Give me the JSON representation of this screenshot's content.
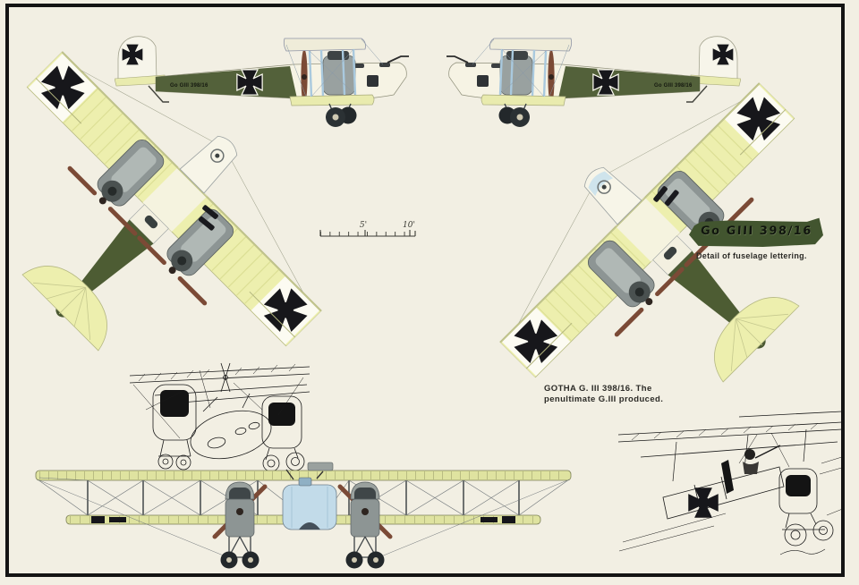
{
  "page": {
    "background": "#f2efe3",
    "frame_color": "#141414",
    "description": "Color profile plate of the Gotha G.III bomber"
  },
  "colors": {
    "wing_yellow": "#edefae",
    "wing_olive": "#dfe3a0",
    "fuselage_green": "#50603a",
    "banner_green": "#42552f",
    "strut_blue": "#a9c9de",
    "engine_gray": "#8d9594",
    "fuselage_blue": "#c2dbe9",
    "propeller_brown": "#7b4a36",
    "cross_black": "#17171b",
    "ink_black": "#1a1a1a"
  },
  "captions": {
    "gotha_line1": "GOTHA G. III 398/16. The",
    "gotha_line2": "penultimate G.III produced.",
    "lettering_detail": "Detail of fuselage lettering."
  },
  "fuselage_banner": {
    "text": "Go GIII 398/16"
  },
  "side_views": {
    "lettering": "Go GIII 398/16"
  },
  "scale_bar": {
    "label_mid": "5'",
    "label_end": "10'"
  }
}
